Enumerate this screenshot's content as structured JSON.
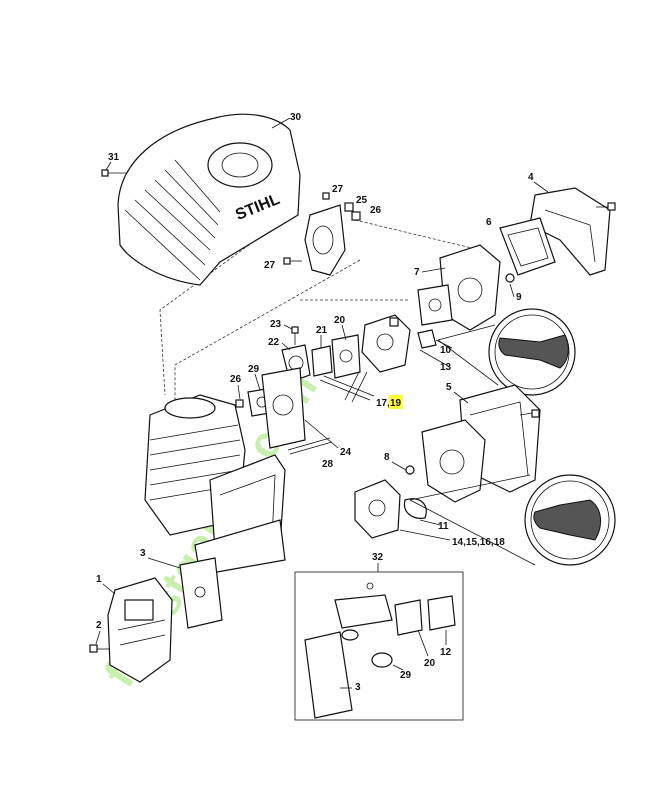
{
  "brand": {
    "logo_text": "STIHL"
  },
  "watermark": {
    "text": "forestgardin.com",
    "color": "#9be36b"
  },
  "highlight_color": "#ffff33",
  "callouts": {
    "c30": "30",
    "c31": "31",
    "c27a": "27",
    "c25": "25",
    "c26a": "26",
    "c27b": "27",
    "c4": "4",
    "c6": "6",
    "c7": "7",
    "c9": "9",
    "c10": "10",
    "c13": "13",
    "c23": "23",
    "c21": "21",
    "c20": "20",
    "c22": "22",
    "c29": "29",
    "c26b": "26",
    "c17a": "17,",
    "c17b": "19",
    "c24": "24",
    "c28": "28",
    "c5": "5",
    "c8": "8",
    "c11": "11",
    "c14": "14,15,16,18",
    "c3": "3",
    "c1": "1",
    "c2": "2",
    "c32": "32",
    "k3": "3",
    "k29": "29",
    "k20": "20",
    "k12": "12"
  }
}
